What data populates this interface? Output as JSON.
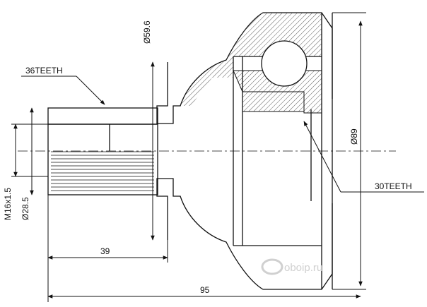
{
  "labels": {
    "teeth_outer": "36TEETH",
    "teeth_inner": "30TEETH",
    "diameter_top": "Ø59.6",
    "diameter_body": "Ø89",
    "thread": "M16x1.5",
    "shaft_diameter": "Ø28.5",
    "length_shaft": "39",
    "length_total": "95"
  },
  "watermark": {
    "text": "oboip.ru"
  },
  "colors": {
    "line": "#111111",
    "hatch": "#333333",
    "watermark": "#d0d0d0"
  }
}
